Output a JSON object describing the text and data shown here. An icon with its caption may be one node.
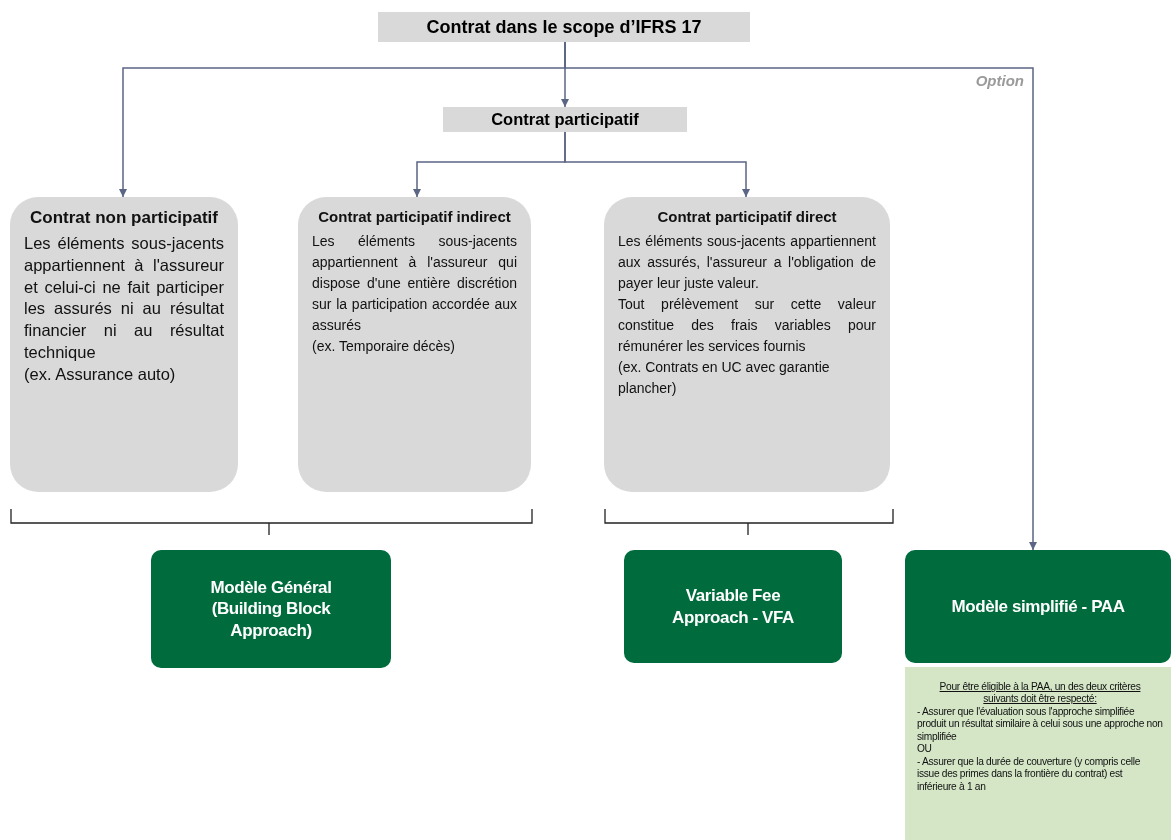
{
  "diagram": {
    "nodes": [
      {
        "text": [
          "Contrat dans le scope d’IFRS 17"
        ]
      },
      {
        "text": [
          "Contrat participatif"
        ]
      },
      {
        "text": [
          "Contrat non participatif",
          "Les éléments sous-jacents appartiennent à l'assureur et celui-ci ne fait participer les assurés ni au résultat financier ni au résultat technique",
          "(ex. Assurance auto)"
        ]
      },
      {
        "text": [
          "Contrat participatif indirect",
          "Les éléments sous-jacents appartiennent à l'assureur qui dispose d'une entière discrétion sur la participation accordée aux assurés",
          "(ex. Temporaire décès)"
        ]
      },
      {
        "text": [
          "Contrat participatif direct",
          "Les éléments sous-jacents appartiennent aux assurés, l'assureur a l'obligation de payer leur juste valeur.",
          "Tout prélèvement sur cette valeur constitue des frais variables pour rémunérer les services fournis",
          "(ex. Contrats en UC avec garantie plancher)"
        ]
      },
      {
        "text": [
          "Modèle Général (Building Block Approach)"
        ]
      },
      {
        "text": [
          "Variable Fee Approach - VFA"
        ]
      },
      {
        "text": [
          "Modèle simplifié - PAA"
        ]
      },
      {
        "text": [
          "Pour être éligible à la PAA, un des deux critères suivants doit être respecté:",
          "- Assurer que l'évaluation sous l'approche simplifiée produit un résultat similaire à celui sous une approche non simplifiée",
          "OU",
          "- Assurer que la durée de couverture (y compris celle issue des primes dans la frontière du contrat) est inférieure à 1 an"
        ]
      }
    ],
    "edges": [
      {
        "from": 0,
        "to": 2,
        "arrow": "to"
      },
      {
        "from": 0,
        "to": 1,
        "arrow": "to"
      },
      {
        "from": 0,
        "to": 7,
        "arrow": "to",
        "label": "Option"
      },
      {
        "from": 1,
        "to": 3,
        "arrow": "to"
      },
      {
        "from": 1,
        "to": 4,
        "arrow": "to"
      }
    ]
  }
}
